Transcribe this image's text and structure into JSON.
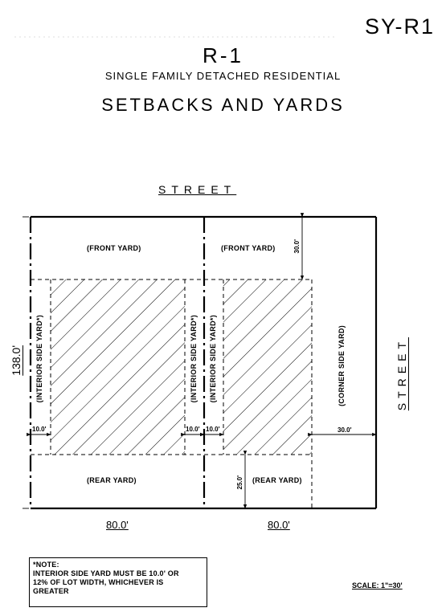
{
  "sheet_id": "SY-R1",
  "zone": "R-1",
  "zone_description": "SINGLE FAMILY DETACHED RESIDENTIAL",
  "title": "SETBACKS AND YARDS",
  "street_labels": {
    "top": "STREET",
    "right": "STREET"
  },
  "lot_depth": "138.0'",
  "lot_widths": [
    "80.0'",
    "80.0'"
  ],
  "yards": {
    "front_left": "(FRONT YARD)",
    "front_right": "(FRONT YARD)",
    "rear_left": "(REAR YARD)",
    "rear_right": "(REAR YARD)",
    "interior_side_1": "(INTERIOR SIDE YARD*)",
    "interior_side_2": "(INTERIOR SIDE YARD*)",
    "interior_side_3": "(INTERIOR SIDE YARD*)",
    "corner_side": "(CORNER SIDE YARD)"
  },
  "dimensions": {
    "front_setback": "30.0'",
    "rear_setback": "25.0'",
    "corner_side_setback": "30.0'",
    "interior_side_1": "10.0'",
    "interior_side_2": "10.0'",
    "interior_side_3": "10.0'"
  },
  "note": {
    "heading": "*NOTE:",
    "lines": [
      "INTERIOR SIDE YARD MUST BE 10.0' OR",
      "12% OF LOT WIDTH, WHICHEVER IS",
      "GREATER"
    ]
  },
  "scale": "SCALE: 1\"=30'"
}
